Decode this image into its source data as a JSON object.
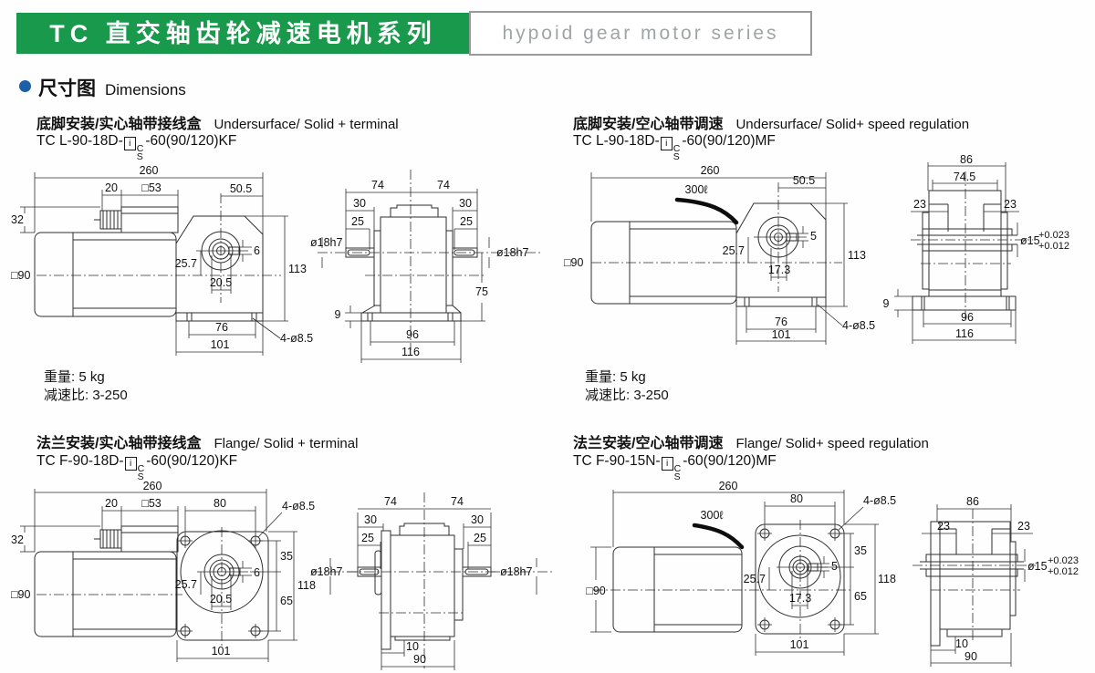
{
  "header": {
    "banner": "TC 直交轴齿轮减速电机系列",
    "subtitle": "hypoid gear motor series"
  },
  "section": {
    "zh": "尺寸图",
    "en": "Dimensions"
  },
  "quads": [
    {
      "title_zh": "底脚安装/实心轴带接线盒",
      "title_en": "Undersurface/ Solid + terminal",
      "model": {
        "pre": "TC L-90-18D-",
        "box": "i",
        "top": "C",
        "bottom": "S",
        "post": "-60(90/120)KF"
      },
      "weight": "重量: 5 kg",
      "ratio": "减速比: 3-250",
      "a": {
        "d260": "260",
        "d20": "20",
        "d53": "□53",
        "d50_5": "50.5",
        "d32": "32",
        "d90": "□90",
        "d25_7": "25.7",
        "d6": "6",
        "d20_5": "20.5",
        "d113": "113",
        "d76": "76",
        "d101": "101",
        "holes": "4-ø8.5"
      },
      "b": {
        "d74a": "74",
        "d74b": "74",
        "d30a": "30",
        "d30b": "30",
        "d25a": "25",
        "d25b": "25",
        "shaft_l": "ø18h7",
        "shaft_r": "ø18h7",
        "d75": "75",
        "d9": "9",
        "d96": "96",
        "d116": "116"
      }
    },
    {
      "title_zh": "底脚安装/空心轴带调速",
      "title_en": "Undersurface/ Solid+ speed regulation",
      "model": {
        "pre": "TC L-90-18D-",
        "box": "i",
        "top": "C",
        "bottom": "S",
        "post": "-60(90/120)MF"
      },
      "weight": "重量: 5 kg",
      "ratio": "减速比: 3-250",
      "a": {
        "d260": "260",
        "cable": "300ℓ",
        "d50_5": "50.5",
        "d90": "□90",
        "d25_7": "25.7",
        "d5": "5",
        "d17_3": "17.3",
        "d113": "113",
        "d76": "76",
        "d101": "101",
        "holes": "4-ø8.5"
      },
      "b": {
        "d86": "86",
        "d74_5": "74.5",
        "d23a": "23",
        "d23b": "23",
        "bore": "ø15",
        "tol_a": "+0.023",
        "tol_b": "+0.012",
        "d9": "9",
        "d96": "96",
        "d116": "116"
      }
    },
    {
      "title_zh": "法兰安装/实心轴带接线盒",
      "title_en": "Flange/ Solid + terminal",
      "model": {
        "pre": "TC F-90-18D-",
        "box": "i",
        "top": "C",
        "bottom": "S",
        "post": "-60(90/120)KF"
      },
      "a": {
        "d260": "260",
        "d20": "20",
        "d53": "□53",
        "d80": "80",
        "holes": "4-ø8.5",
        "d32": "32",
        "d90": "□90",
        "d25_7": "25.7",
        "d6": "6",
        "d20_5": "20.5",
        "d35": "35",
        "d118": "118",
        "d65": "65",
        "d101": "101"
      },
      "b": {
        "d74a": "74",
        "d74b": "74",
        "d30a": "30",
        "d30b": "30",
        "d25a": "25",
        "d25b": "25",
        "shaft_l": "ø18h7",
        "shaft_r": "ø18h7",
        "d10": "10",
        "d90": "90"
      }
    },
    {
      "title_zh": "法兰安装/空心轴带调速",
      "title_en": "Flange/ Solid+ speed regulation",
      "model": {
        "pre": "TC F-90-15N-",
        "box": "i",
        "top": "C",
        "bottom": "S",
        "post": "-60(90/120)MF"
      },
      "a": {
        "d260": "260",
        "d80": "80",
        "holes": "4-ø8.5",
        "cable": "300ℓ",
        "d90": "□90",
        "d25_7": "25.7",
        "d5": "5",
        "d17_3": "17.3",
        "d35": "35",
        "d118": "118",
        "d65": "65",
        "d101": "101"
      },
      "b": {
        "d86": "86",
        "d23a": "23",
        "d23b": "23",
        "bore": "ø15",
        "tol_a": "+0.023",
        "tol_b": "+0.012",
        "d10": "10",
        "d90": "90"
      }
    }
  ]
}
